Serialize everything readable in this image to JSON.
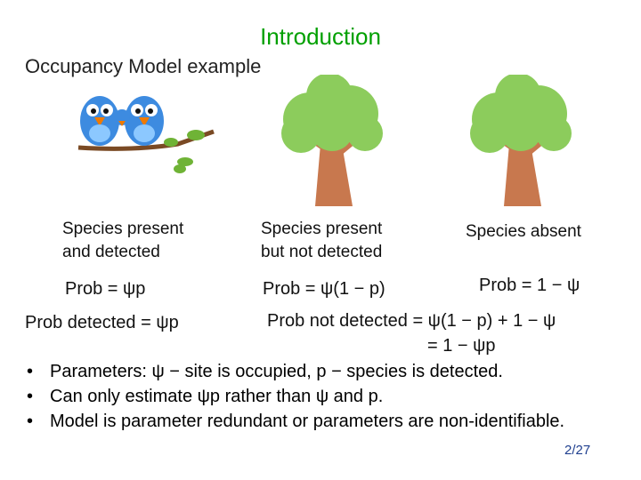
{
  "slide": {
    "title": "Introduction",
    "subtitle": "Occupancy Model example",
    "page_number": "2/27"
  },
  "scenes": [
    {
      "caption_line1": "Species present",
      "caption_line2": "and detected",
      "prob": "Prob = ψp"
    },
    {
      "caption_line1": "Species present",
      "caption_line2": "but not detected",
      "prob": "Prob = ψ(1 − p)"
    },
    {
      "caption_line1": "Species absent",
      "prob": "Prob = 1 − ψ"
    }
  ],
  "formulas": {
    "prob_detected": "Prob detected = ψp",
    "prob_not_detected_line1": "Prob not detected = ψ(1 − p) + 1 − ψ",
    "prob_not_detected_line2": "= 1 − ψp"
  },
  "bullets": [
    "Parameters: ψ  − site is occupied, p − species is detected.",
    "Can only estimate ψp rather than ψ and p.",
    "Model is parameter redundant or parameters are non-identifiable."
  ],
  "bullet_glyph": "•",
  "colors": {
    "title": "#00a000",
    "page_number": "#1f3f8f"
  }
}
